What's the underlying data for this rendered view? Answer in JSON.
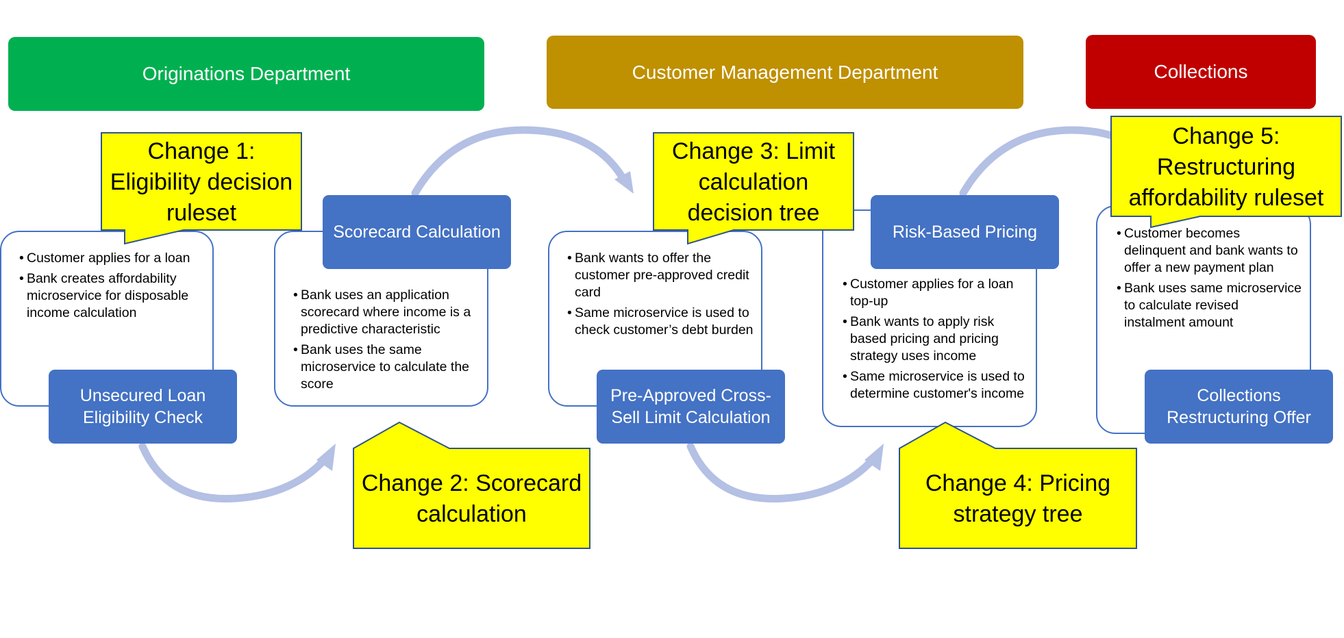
{
  "departments": [
    {
      "label": "Originations Department",
      "color": "#00b050"
    },
    {
      "label": "Customer Management Department",
      "color": "#bf9000"
    },
    {
      "label": "Collections",
      "color": "#c00000"
    }
  ],
  "steps": [
    {
      "label": "Unsecured Loan Eligibility Check",
      "bullets": [
        "Customer applies for a loan",
        "Bank creates affordability microservice for disposable income calculation"
      ]
    },
    {
      "label": "Scorecard Calculation",
      "bullets": [
        "Bank uses an application scorecard where income is a predictive characteristic",
        "Bank uses the same microservice to calculate the score"
      ]
    },
    {
      "label": "Pre-Approved Cross-Sell Limit Calculation",
      "bullets": [
        "Bank wants to offer the customer pre-approved credit card",
        "Same microservice is used to check customer’s debt burden"
      ]
    },
    {
      "label": "Risk-Based Pricing",
      "bullets": [
        "Customer applies for a loan top-up",
        "Bank wants to apply risk based pricing and pricing strategy uses income",
        "Same microservice is used to determine customer's income"
      ]
    },
    {
      "label": "Collections Restructuring Offer",
      "bullets": [
        "Customer becomes delinquent and bank wants to offer a new payment plan",
        "Bank uses same microservice to calculate revised instalment amount"
      ]
    }
  ],
  "changes": [
    {
      "label": "Change 1: Eligibility decision ruleset"
    },
    {
      "label": "Change 2: Scorecard calculation"
    },
    {
      "label": "Change 3: Limit calculation decision tree"
    },
    {
      "label": "Change 4: Pricing strategy tree"
    },
    {
      "label": "Change 5: Restructuring affordability ruleset"
    }
  ],
  "colors": {
    "step_fill": "#4472c4",
    "card_border": "#4472c4",
    "arrow": "#b4c0e4",
    "callout_fill": "#ffff00",
    "callout_border": "#2f528f"
  }
}
